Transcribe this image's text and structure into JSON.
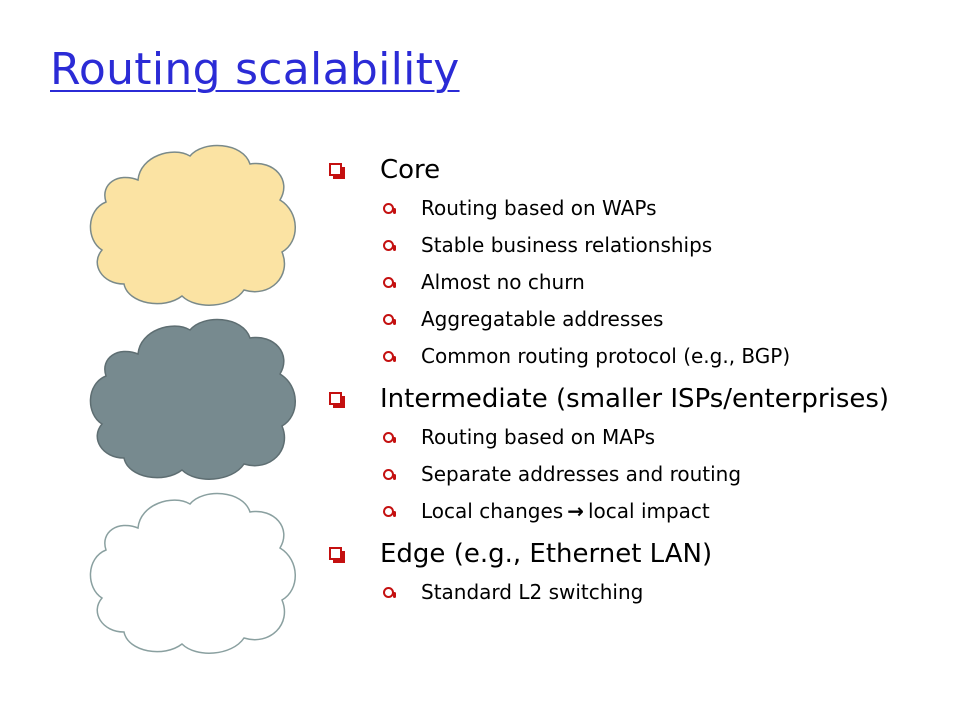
{
  "slide": {
    "title": "Routing scalability"
  },
  "colors": {
    "title": "#2b2bd6",
    "bullet": "#c41010",
    "cloud_core": "#fbe3a3",
    "cloud_intermediate": "#778a8f",
    "cloud_edge": "#ffffff",
    "cloud_edge_outline": "#8aa0a0"
  },
  "icons": {
    "level1_bullet": "hollow-square-bullet",
    "level2_bullet": "hollow-circle-bullet"
  },
  "sections": [
    {
      "heading": "Core",
      "items": [
        "Routing based on WAPs",
        "Stable business relationships",
        "Almost no churn",
        "Aggregatable addresses",
        "Common routing protocol (e.g., BGP)"
      ]
    },
    {
      "heading": "Intermediate (smaller ISPs/enterprises)",
      "items": [
        "Routing based on MAPs",
        "Separate addresses and routing"
      ],
      "arrow_item": {
        "before": "Local changes",
        "arrow": "→",
        "after": "local impact"
      }
    },
    {
      "heading": "Edge (e.g., Ethernet LAN)",
      "items": [
        "Standard L2 switching"
      ]
    }
  ]
}
